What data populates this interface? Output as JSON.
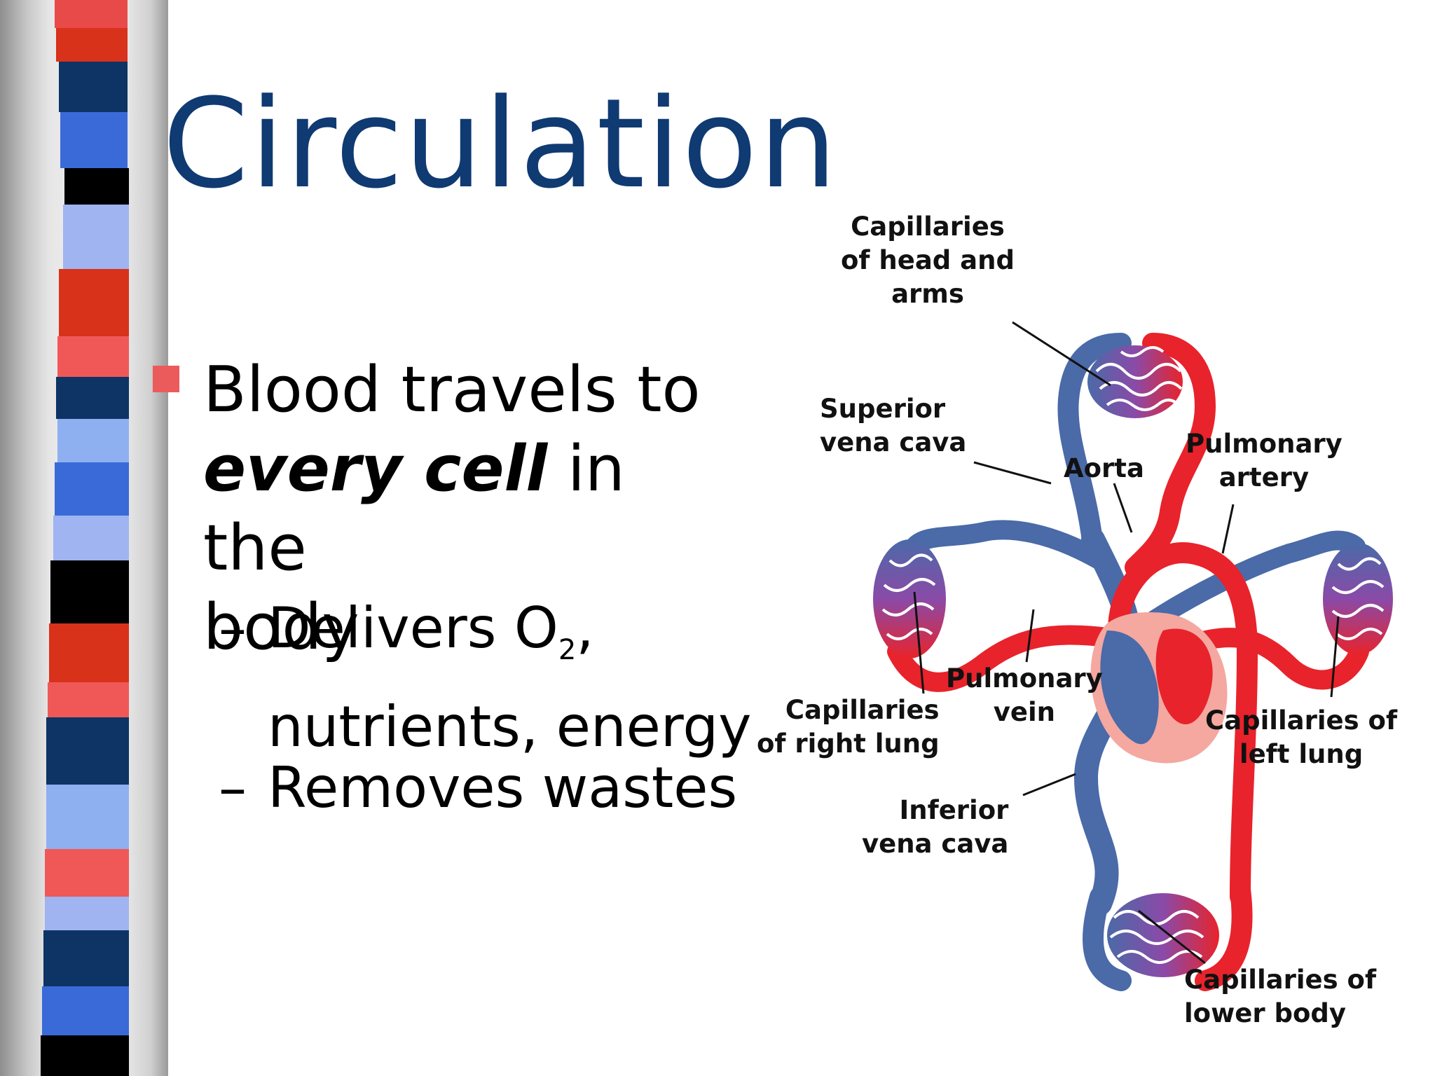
{
  "slide": {
    "title": "Circulation",
    "bullet": {
      "line1": "Blood travels to",
      "emphasis": "every cell",
      "line2_rest": " in the",
      "line3": "body"
    },
    "subpoints": [
      {
        "prefix": "Delivers O",
        "subscript": "2",
        "suffix": ",",
        "continuation": "nutrients, energy"
      },
      {
        "prefix": "Removes wastes"
      }
    ]
  },
  "diagram": {
    "labels": {
      "capillaries_head_arms": "Capillaries\nof head and\narms",
      "superior_vena_cava": "Superior\nvena cava",
      "aorta": "Aorta",
      "pulmonary_artery": "Pulmonary\nartery",
      "pulmonary_vein": "Pulmonary\nvein",
      "capillaries_right_lung": "Capillaries\nof right lung",
      "capillaries_left_lung": "Capillaries of\nleft lung",
      "inferior_vena_cava": "Inferior\nvena cava",
      "capillaries_lower_body": "Capillaries of\nlower body"
    },
    "colors": {
      "oxygenated": "#e8232b",
      "deoxygenated": "#4a6aa8",
      "capillary_mix": "#8a4aa8",
      "heart_pink": "#f4a8a0"
    }
  },
  "decor": {
    "stripe_colors": [
      "#e84a4a",
      "#d8321a",
      "#0d3464",
      "#3a6ad8",
      "#000000",
      "#9fb4f0",
      "#f05858",
      "#8fb0f0"
    ]
  }
}
